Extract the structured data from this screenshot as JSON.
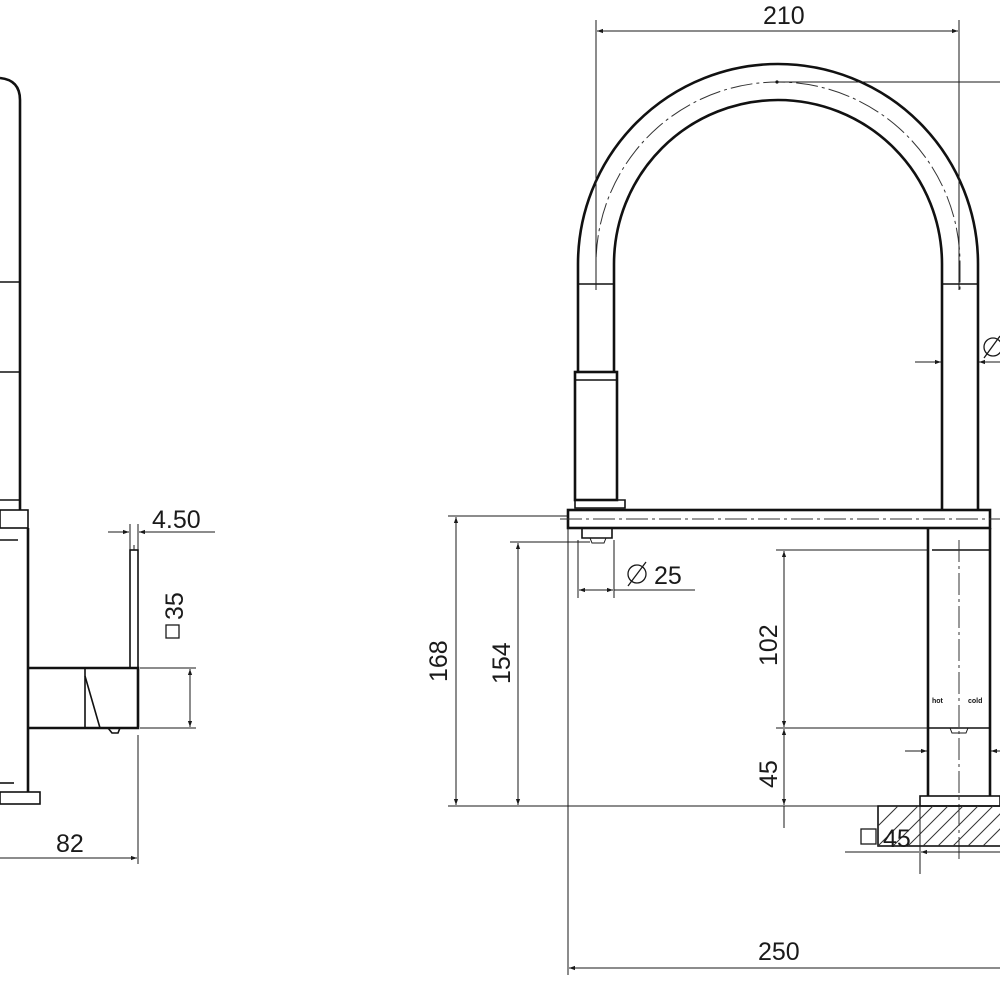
{
  "dimensions": {
    "spout_reach": "210",
    "diameter_25": "25",
    "dim_102": "102",
    "dim_45_vertical": "45",
    "dim_168": "168",
    "dim_154": "154",
    "square_45": "45",
    "dim_250": "250",
    "dim_4_50": "4.50",
    "square_35": "35",
    "dim_82": "82"
  },
  "labels": {
    "hot": "hot",
    "cold": "cold"
  },
  "icons": {
    "diameter": "diameter-symbol-icon",
    "square": "square-symbol-icon"
  }
}
